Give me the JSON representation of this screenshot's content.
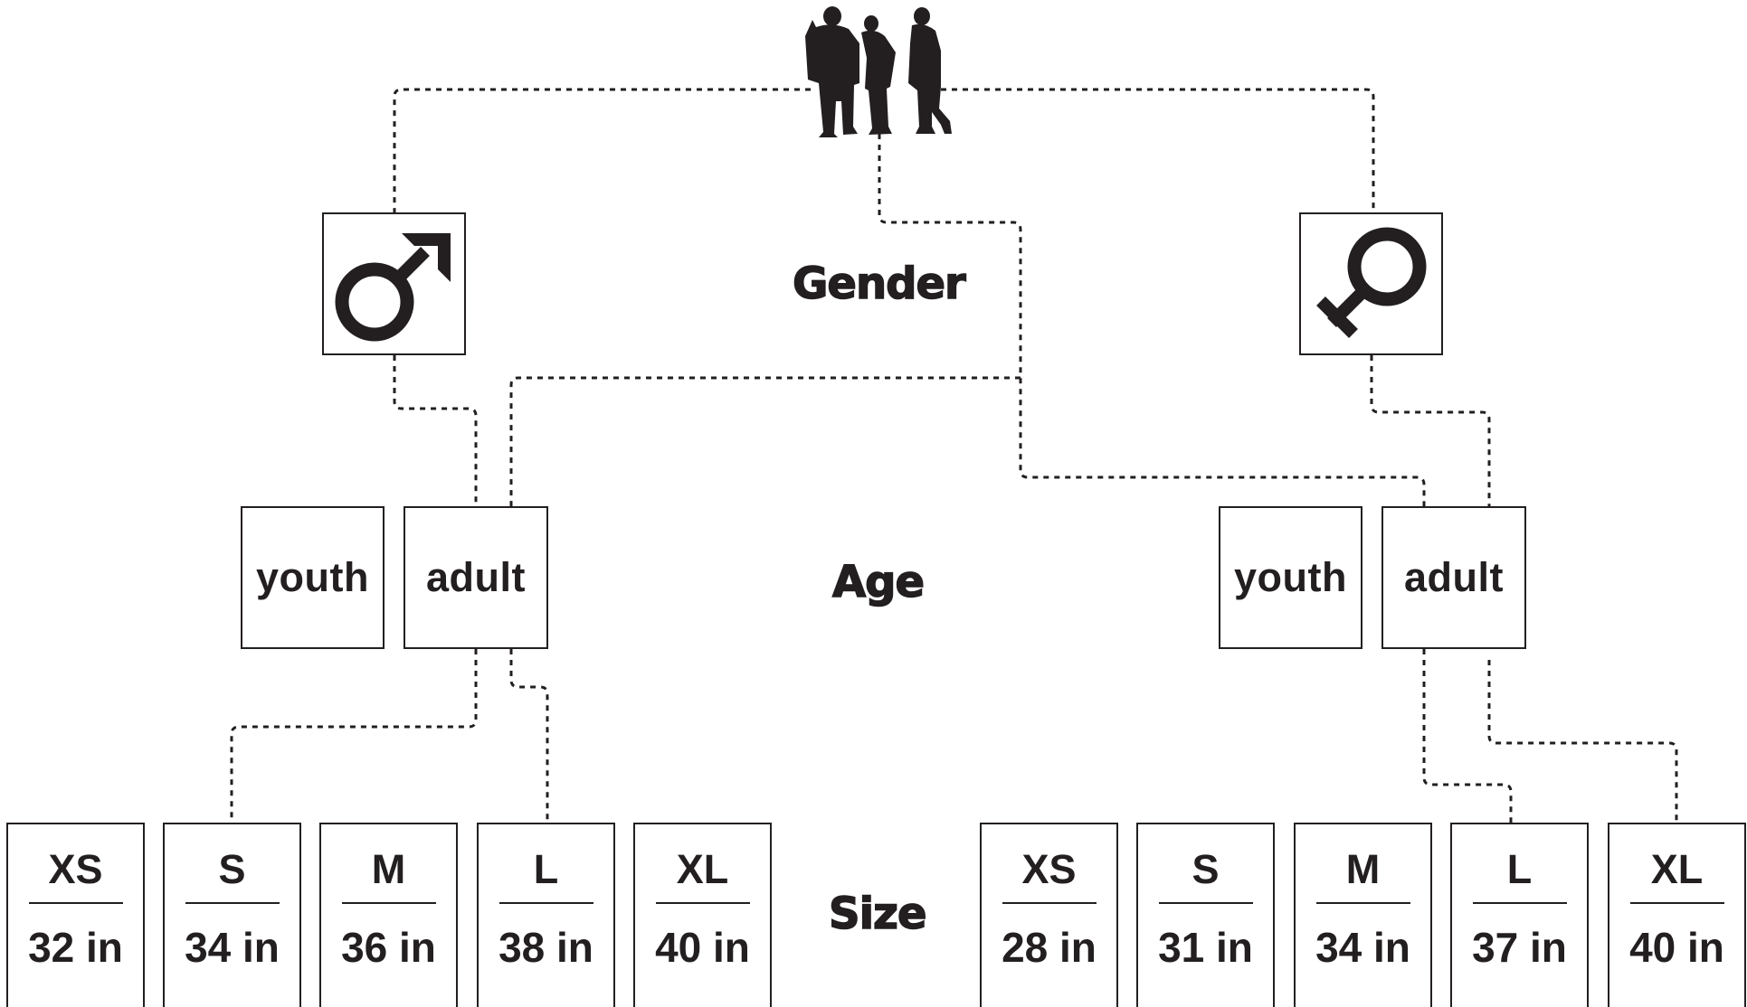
{
  "levels": {
    "gender": "Gender",
    "age": "Age",
    "size": "Size"
  },
  "gender_nodes": {
    "male": {
      "icon": "male-symbol-icon"
    },
    "female": {
      "icon": "female-symbol-icon"
    }
  },
  "age_nodes": {
    "male": [
      "youth",
      "adult"
    ],
    "female": [
      "youth",
      "adult"
    ]
  },
  "size_nodes": {
    "male": [
      {
        "size": "XS",
        "measure": "32 in"
      },
      {
        "size": "S",
        "measure": "34 in"
      },
      {
        "size": "M",
        "measure": "36 in"
      },
      {
        "size": "L",
        "measure": "38 in"
      },
      {
        "size": "XL",
        "measure": "40 in"
      }
    ],
    "female": [
      {
        "size": "XS",
        "measure": "28 in"
      },
      {
        "size": "S",
        "measure": "31 in"
      },
      {
        "size": "M",
        "measure": "34 in"
      },
      {
        "size": "L",
        "measure": "37 in"
      },
      {
        "size": "XL",
        "measure": "40 in"
      }
    ]
  },
  "root": {
    "icon": "three-people-silhouette-icon"
  },
  "colors": {
    "ink": "#231f20",
    "background": "#ffffff"
  }
}
